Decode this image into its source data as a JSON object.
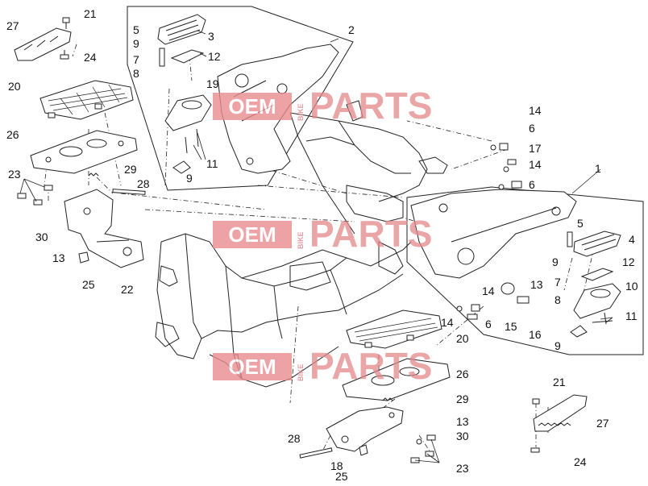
{
  "watermark": {
    "oem": "OEM",
    "bike": "BIKE",
    "parts": "PARTS"
  },
  "labels": {
    "l1": "1",
    "l2": "2",
    "l3": "3",
    "l4": "4",
    "l5": "5",
    "l5b": "5",
    "l6": "6",
    "l6b": "6",
    "l6c": "6",
    "l7": "7",
    "l7b": "7",
    "l8": "8",
    "l8b": "8",
    "l9": "9",
    "l9b": "9",
    "l9c": "9",
    "l9d": "9",
    "l10": "10",
    "l11": "11",
    "l11b": "11",
    "l12": "12",
    "l12b": "12",
    "l13": "13",
    "l13b": "13",
    "l13c": "13",
    "l14": "14",
    "l14b": "14",
    "l14c": "14",
    "l14d": "14",
    "l15": "15",
    "l16": "16",
    "l17": "17",
    "l18": "18",
    "l19": "19",
    "l20": "20",
    "l20b": "20",
    "l21": "21",
    "l21b": "21",
    "l22": "22",
    "l23": "23",
    "l23b": "23",
    "l24": "24",
    "l24b": "24",
    "l25": "25",
    "l25b": "25",
    "l26": "26",
    "l26b": "26",
    "l27": "27",
    "l27b": "27",
    "l28": "28",
    "l28b": "28",
    "l29": "29",
    "l29b": "29",
    "l30": "30",
    "l30b": "30"
  },
  "colors": {
    "line": "#222222",
    "watermark": "#e98c8f"
  }
}
